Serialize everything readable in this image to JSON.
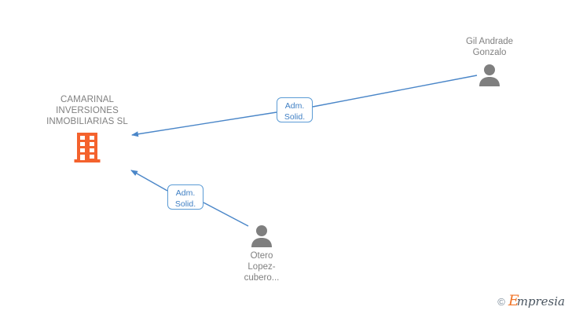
{
  "diagram": {
    "type": "corporate-relationship-graph",
    "background_color": "#ffffff",
    "edge_color": "#4a86c8",
    "company": {
      "name": "CAMARINAL\nINVERSIONES\nINMOBILIARIAS SL",
      "icon": "building-icon",
      "icon_color": "#f4622d",
      "text_color": "#808080"
    },
    "people": [
      {
        "id": "gil-andrade-gonzalo",
        "name": "Gil Andrade\nGonzalo",
        "icon": "person-icon",
        "icon_color": "#7f7f7f",
        "label_position": "above"
      },
      {
        "id": "otero-lopez-cubero",
        "name": "Otero\nLopez-\ncubero...",
        "icon": "person-icon",
        "icon_color": "#7f7f7f",
        "label_position": "below"
      }
    ],
    "relations": [
      {
        "id": "relation-gil",
        "label": "Adm.\nSolid.",
        "from": "gil-andrade-gonzalo",
        "to": "camarinal-inversiones-inmobiliarias-sl",
        "border_color": "#5b9bd5",
        "text_color": "#3f7fc4"
      },
      {
        "id": "relation-otero",
        "label": "Adm.\nSolid.",
        "from": "otero-lopez-cubero",
        "to": "camarinal-inversiones-inmobiliarias-sl",
        "border_color": "#5b9bd5",
        "text_color": "#3f7fc4"
      }
    ]
  },
  "watermark": {
    "copyright": "©",
    "brand_initial": "E",
    "brand_rest": "mpresia",
    "initial_color": "#f0762b",
    "rest_color": "#4a5560"
  }
}
